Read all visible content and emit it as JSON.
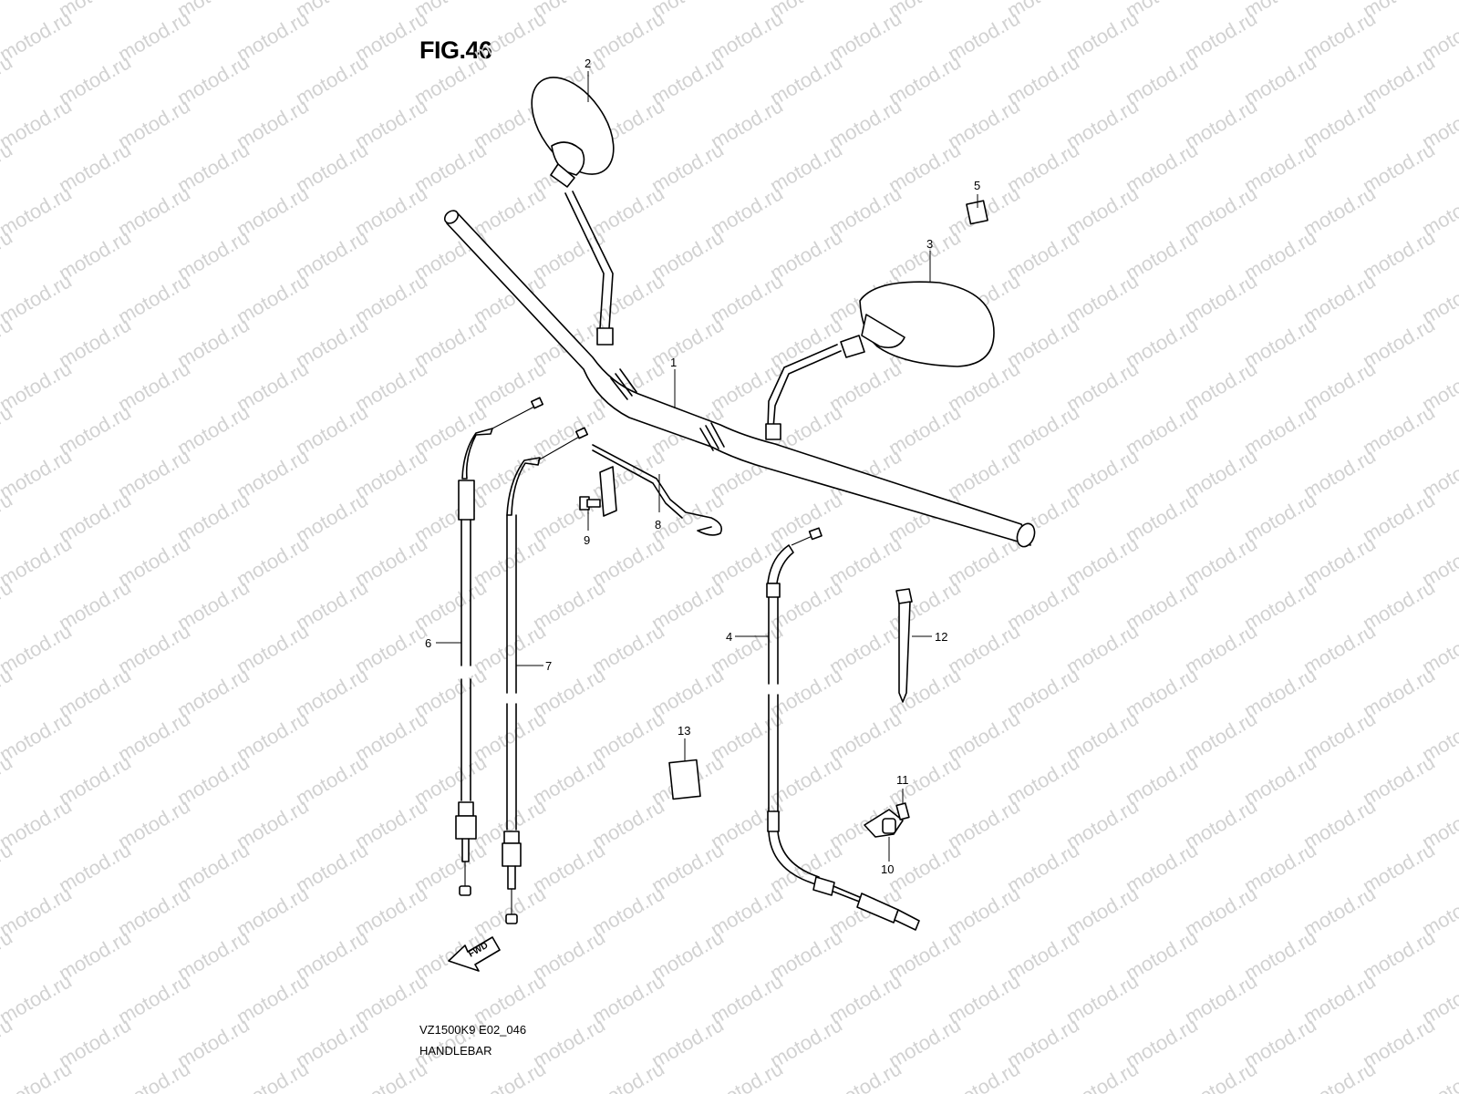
{
  "figure": {
    "title": "FIG.46",
    "code": "VZ1500K9 E02_046",
    "name": "HANDLEBAR",
    "watermark": "motod.ru",
    "fwd_label": "FWD"
  },
  "callouts": [
    "1",
    "2",
    "3",
    "4",
    "5",
    "6",
    "7",
    "8",
    "9",
    "10",
    "11",
    "12",
    "13"
  ]
}
